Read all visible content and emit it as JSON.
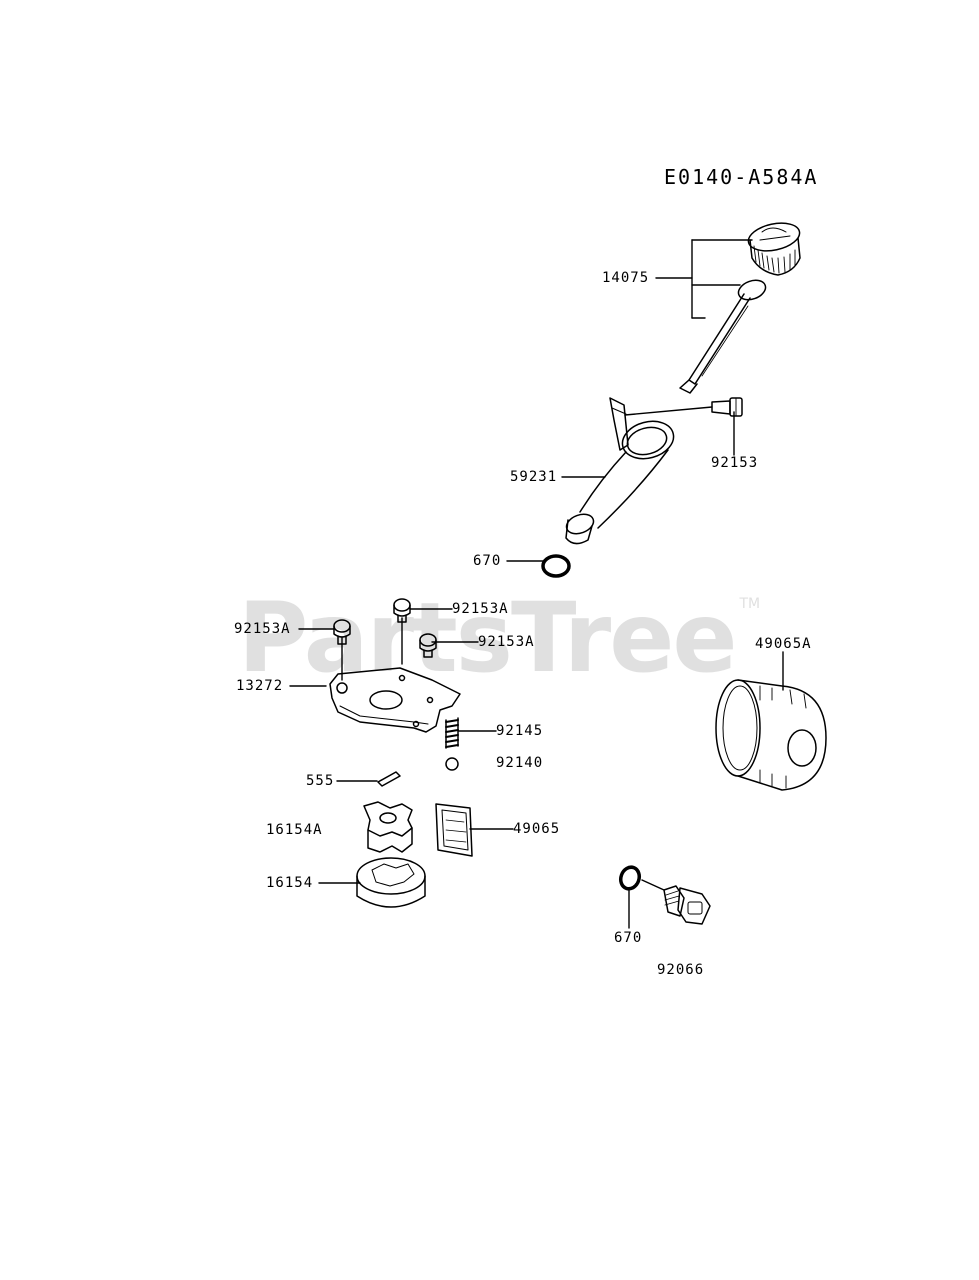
{
  "diagram": {
    "code": "E0140-A584A",
    "watermark": "PartsTree",
    "trademark": "TM"
  },
  "parts": {
    "p14075": "14075",
    "p92153": "92153",
    "p59231": "59231",
    "p670_top": "670",
    "p92153A_1": "92153A",
    "p92153A_2": "92153A",
    "p92153A_3": "92153A",
    "p13272": "13272",
    "p92145": "92145",
    "p92140": "92140",
    "p555": "555",
    "p16154A": "16154A",
    "p49065": "49065",
    "p16154": "16154",
    "p49065A": "49065A",
    "p670_bottom": "670",
    "p92066": "92066"
  }
}
